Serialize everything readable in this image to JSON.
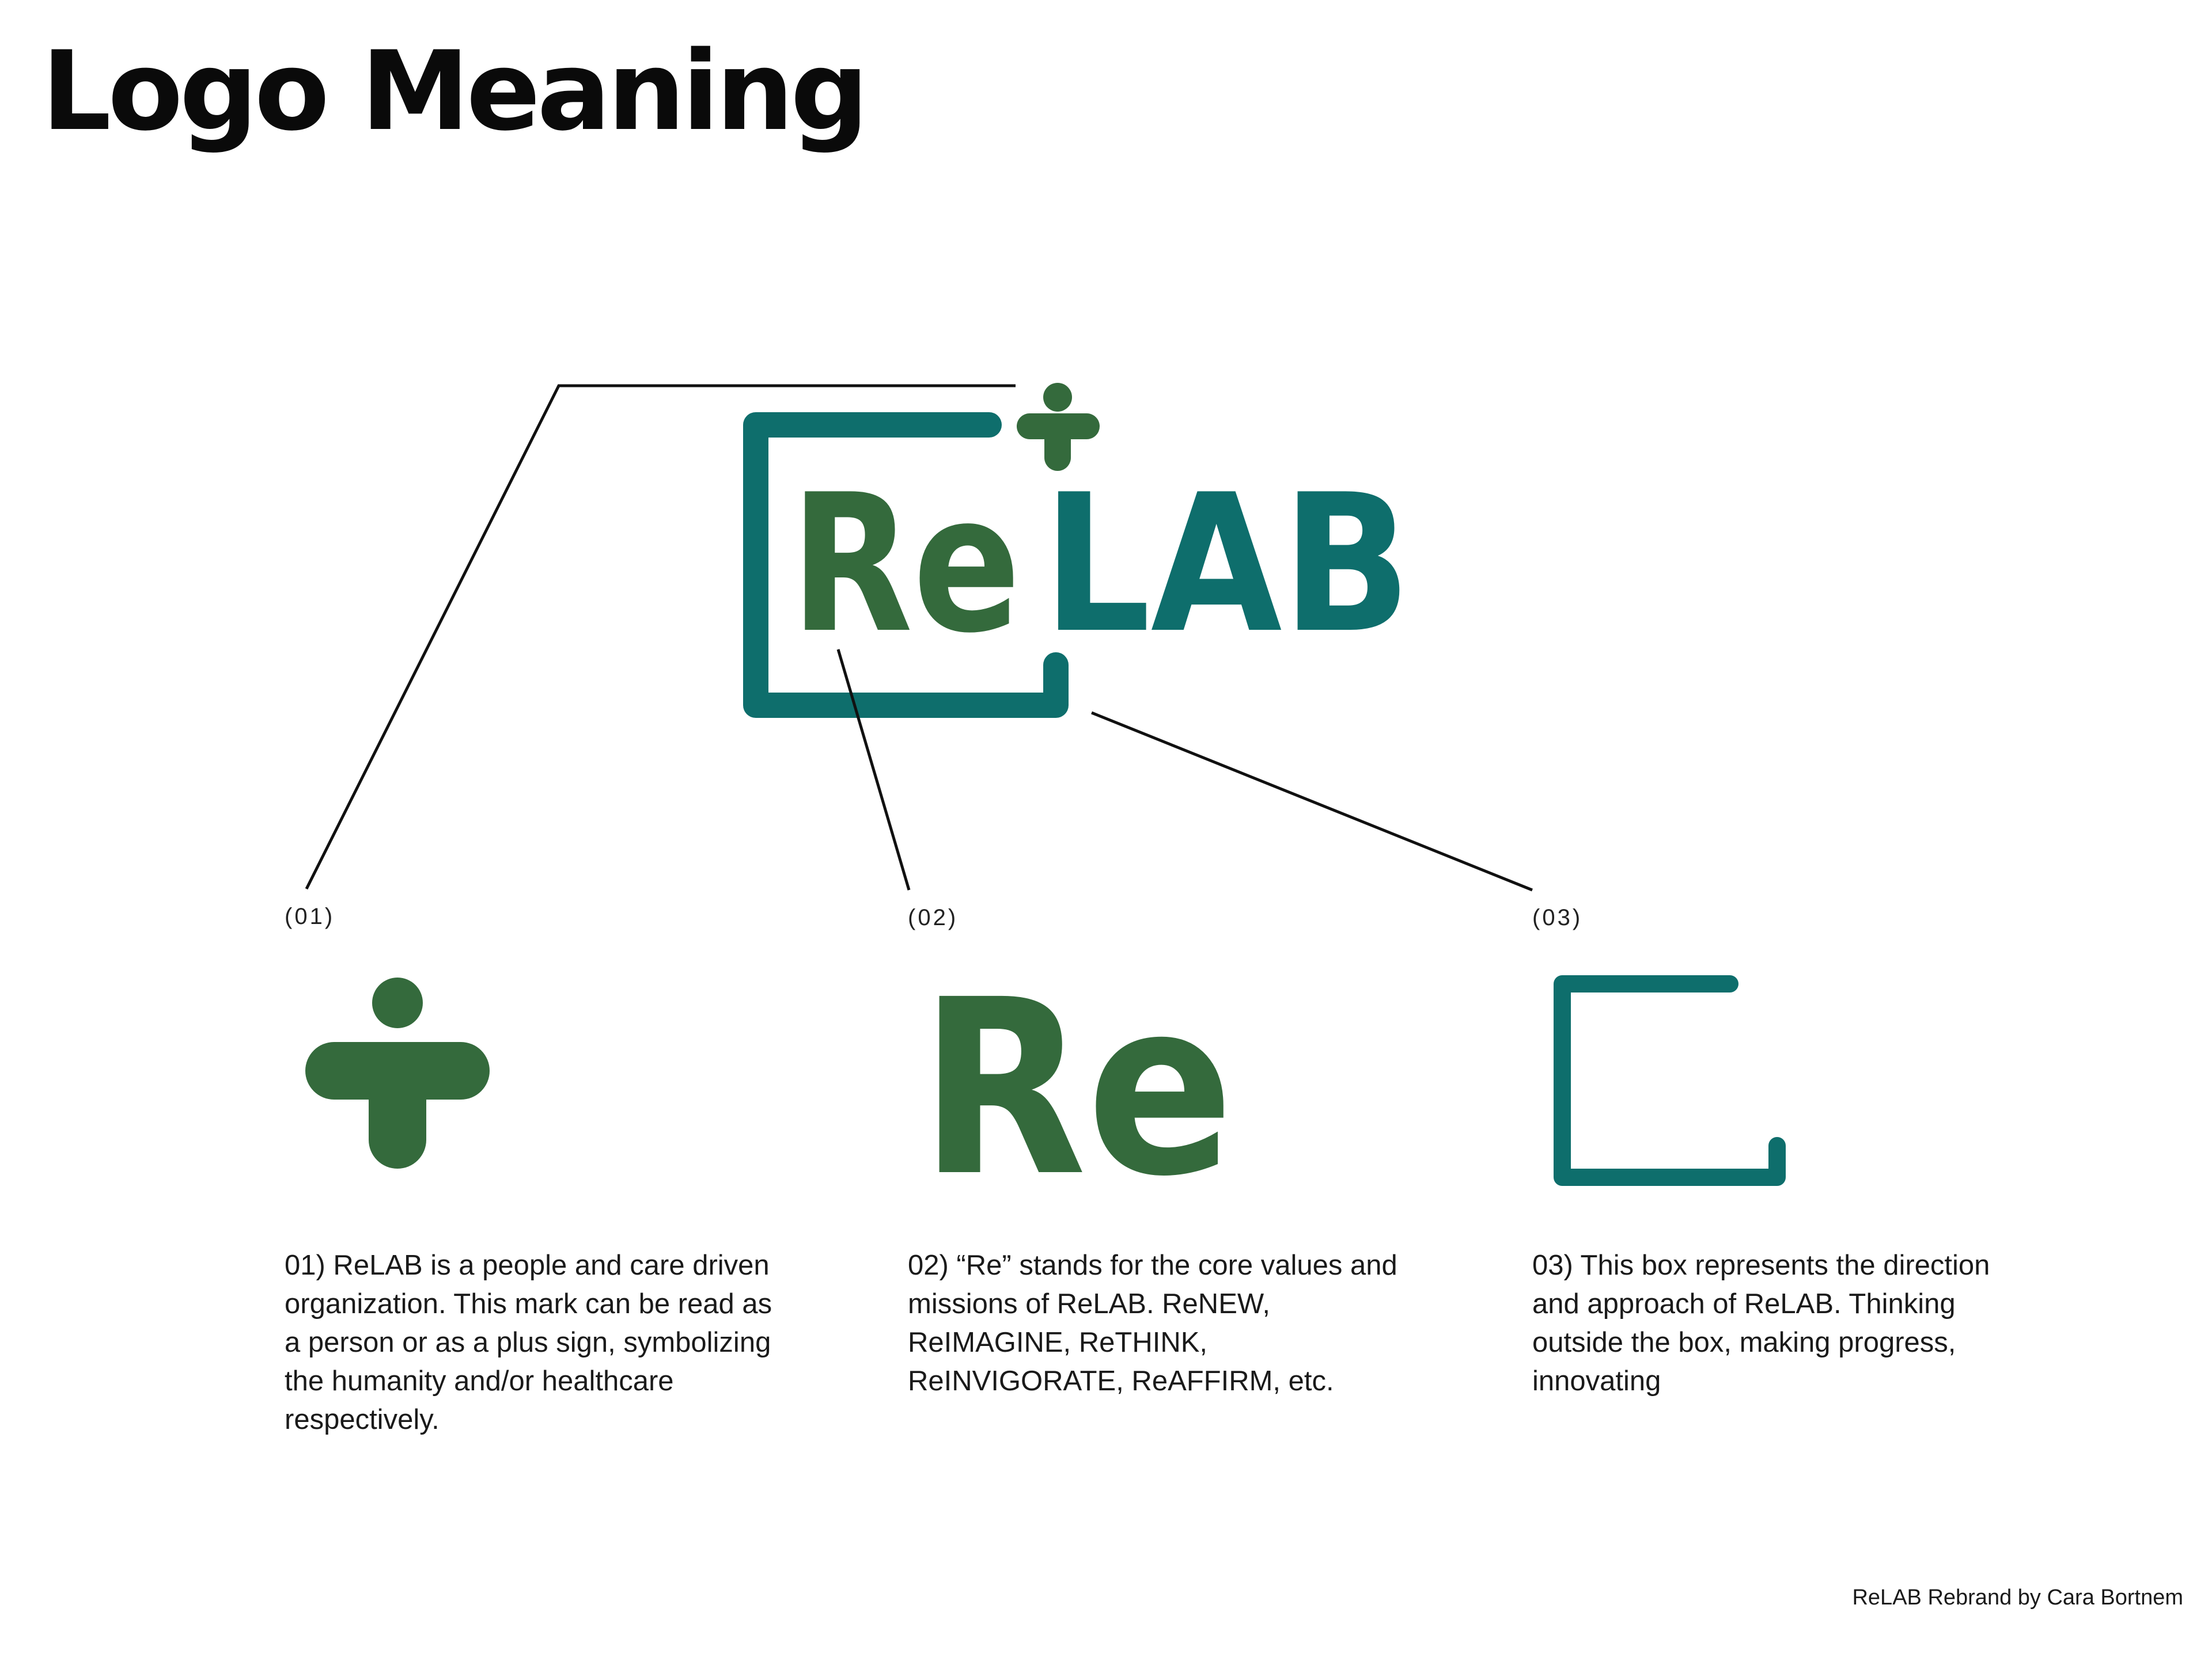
{
  "page": {
    "title": "Logo Meaning"
  },
  "logo": {
    "prefix": "Re",
    "suffix": "LAB",
    "colors": {
      "green": "#346a3c",
      "teal": "#0e6e6c"
    }
  },
  "parts": [
    {
      "number": "(01)",
      "icon": "person-plus-icon",
      "description": "01) ReLAB is a people and care driven organization. This mark can be read as a person or as a plus sign, symbolizing the humanity and/or healthcare respectively."
    },
    {
      "number": "(02)",
      "glyph": "Re",
      "description": "02) “Re” stands for the core values and missions of ReLAB. ReNEW, ReIMAGINE, ReTHINK, ReINVIGORATE, ReAFFIRM, etc."
    },
    {
      "number": "(03)",
      "icon": "open-box-icon",
      "description": "03) This box represents the direction and approach of ReLAB. Thinking outside the box, making progress, innovating"
    }
  ],
  "footer": {
    "credit": "ReLAB Rebrand by Cara Bortnem"
  }
}
